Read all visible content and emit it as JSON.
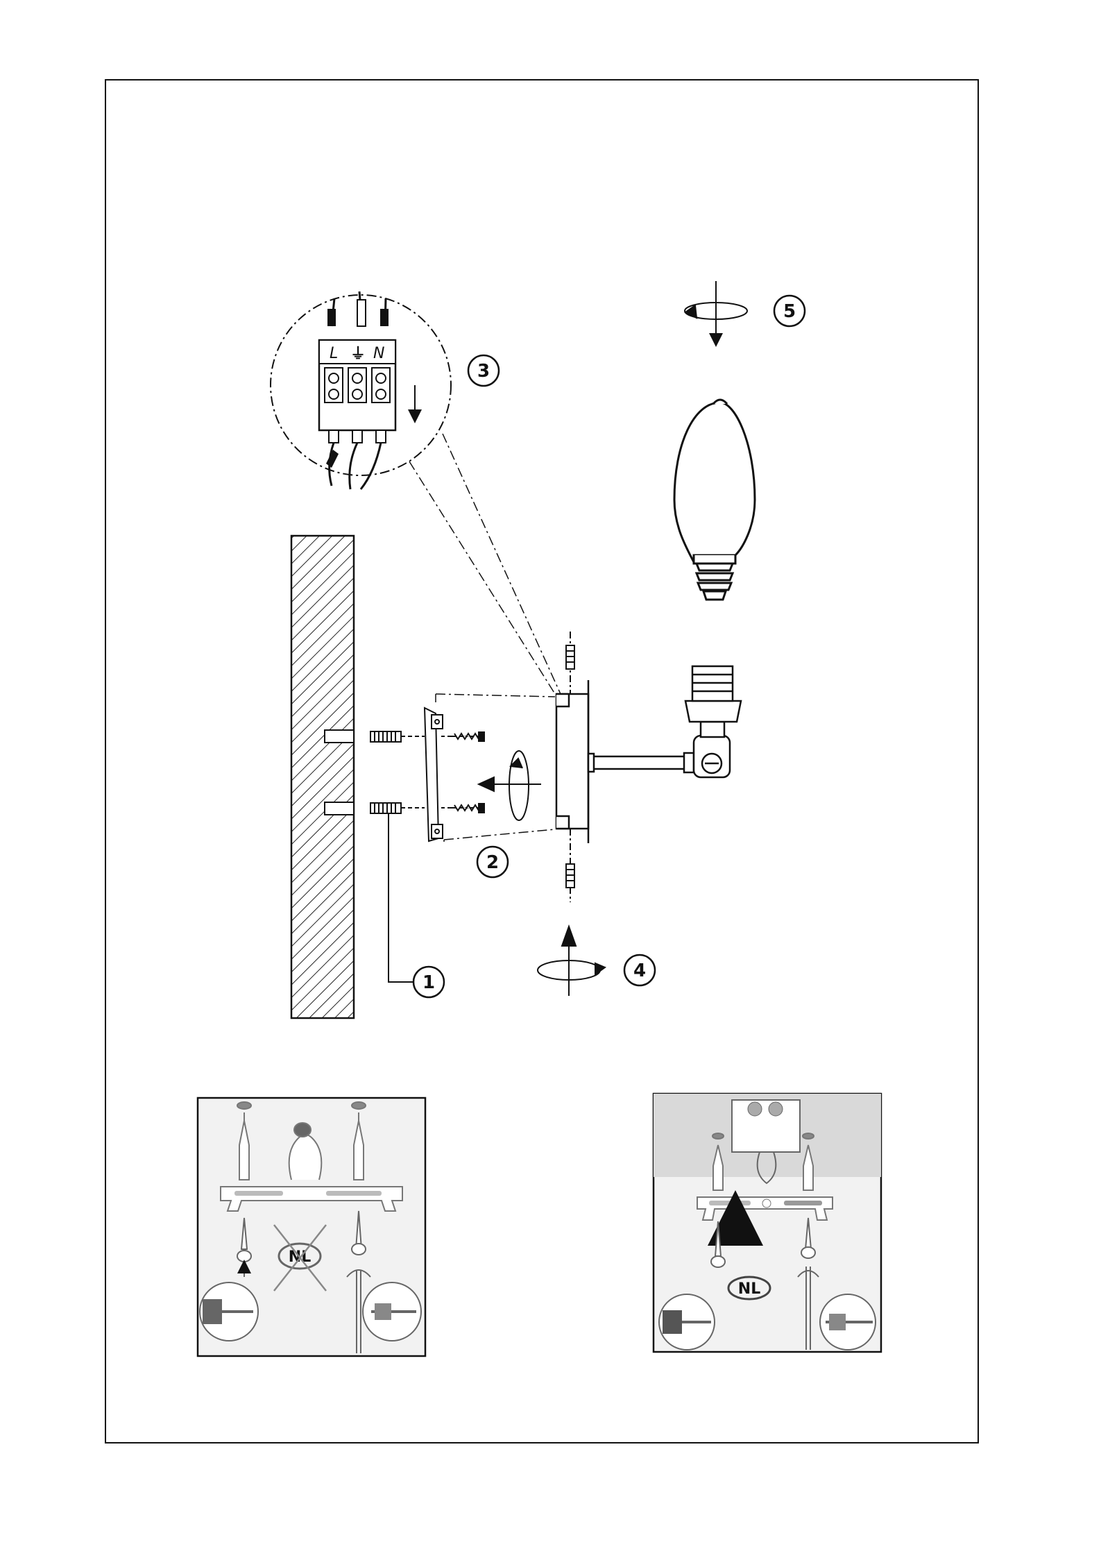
{
  "steps": [
    {
      "number": "1",
      "refers_to": "wall plug"
    },
    {
      "number": "2",
      "refers_to": "mounting bracket with screws"
    },
    {
      "number": "3",
      "refers_to": "terminal block wiring"
    },
    {
      "number": "4",
      "refers_to": "fixing screws of base"
    },
    {
      "number": "5",
      "refers_to": "screw in bulb"
    }
  ],
  "terminal_block": {
    "live": "L",
    "earth": "⏚",
    "neutral": "N"
  },
  "panels": [
    {
      "badge": "NL",
      "crossed_out": true
    },
    {
      "badge": "NL",
      "crossed_out": false
    }
  ],
  "colors": {
    "line": "#111111",
    "panel_bg": "#f2f2f2",
    "ceiling_bg": "#d9d9d9"
  }
}
